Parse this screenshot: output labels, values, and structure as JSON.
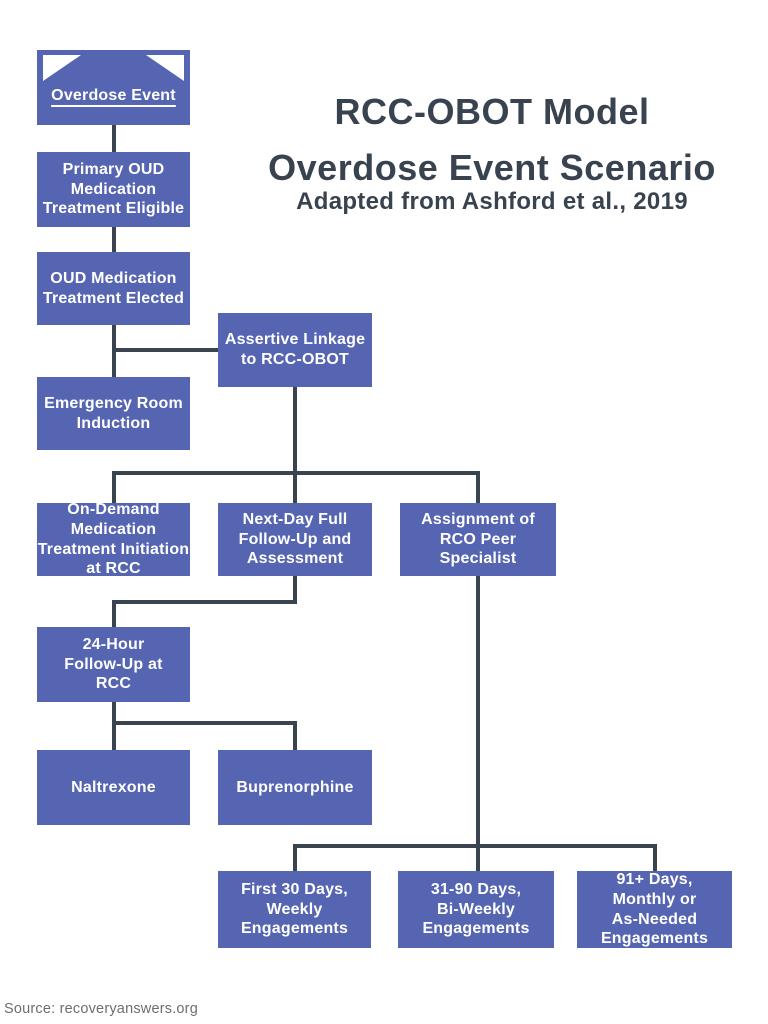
{
  "title": {
    "heading": "RCC-OBOT Model\nOverdose Event Scenario",
    "subtitle": "Adapted from Ashford et al., 2019"
  },
  "source_caption": "Source: recoveryanswers.org",
  "colors": {
    "node_fill": "#5565b2",
    "node_text": "#ffffff",
    "connector": "#39444e",
    "title_text": "#38434f",
    "source_text": "#6e6e6e",
    "page_bg": "#ffffff"
  },
  "nodes": {
    "overdose_event": {
      "label": "Overdose Event"
    },
    "primary_eligible": {
      "label": "Primary OUD\nMedication\nTreatment Eligible"
    },
    "treatment_elected": {
      "label": "OUD Medication\nTreatment Elected"
    },
    "assertive_linkage": {
      "label": "Assertive Linkage\nto RCC-OBOT"
    },
    "er_induction": {
      "label": "Emergency Room\nInduction"
    },
    "on_demand_initiation": {
      "label": "On-Demand\nMedication\nTreatment Initiation\nat RCC"
    },
    "next_day_followup": {
      "label": "Next-Day Full\nFollow-Up and\nAssessment"
    },
    "rco_peer_assignment": {
      "label": "Assignment of\nRCO Peer\nSpecialist"
    },
    "followup_24hr": {
      "label": "24-Hour\nFollow-Up at\nRCC"
    },
    "naltrexone": {
      "label": "Naltrexone"
    },
    "buprenorphine": {
      "label": "Buprenorphine"
    },
    "first_30_days": {
      "label": "First 30 Days,\nWeekly\nEngagements"
    },
    "days_31_90": {
      "label": "31-90 Days,\nBi-Weekly\nEngagements"
    },
    "days_91_plus": {
      "label": "91+ Days,\nMonthly or\nAs-Needed\nEngagements"
    }
  },
  "edges": [
    {
      "from": "overdose_event",
      "to": "primary_eligible"
    },
    {
      "from": "primary_eligible",
      "to": "treatment_elected"
    },
    {
      "from": "treatment_elected",
      "to": "er_induction"
    },
    {
      "from": "treatment_elected",
      "to": "assertive_linkage"
    },
    {
      "from": "assertive_linkage",
      "to": "on_demand_initiation"
    },
    {
      "from": "assertive_linkage",
      "to": "next_day_followup"
    },
    {
      "from": "assertive_linkage",
      "to": "rco_peer_assignment"
    },
    {
      "from": "next_day_followup",
      "to": "followup_24hr"
    },
    {
      "from": "followup_24hr",
      "to": "naltrexone"
    },
    {
      "from": "followup_24hr",
      "to": "buprenorphine"
    },
    {
      "from": "rco_peer_assignment",
      "to": "first_30_days"
    },
    {
      "from": "rco_peer_assignment",
      "to": "days_31_90"
    },
    {
      "from": "rco_peer_assignment",
      "to": "days_91_plus"
    }
  ]
}
